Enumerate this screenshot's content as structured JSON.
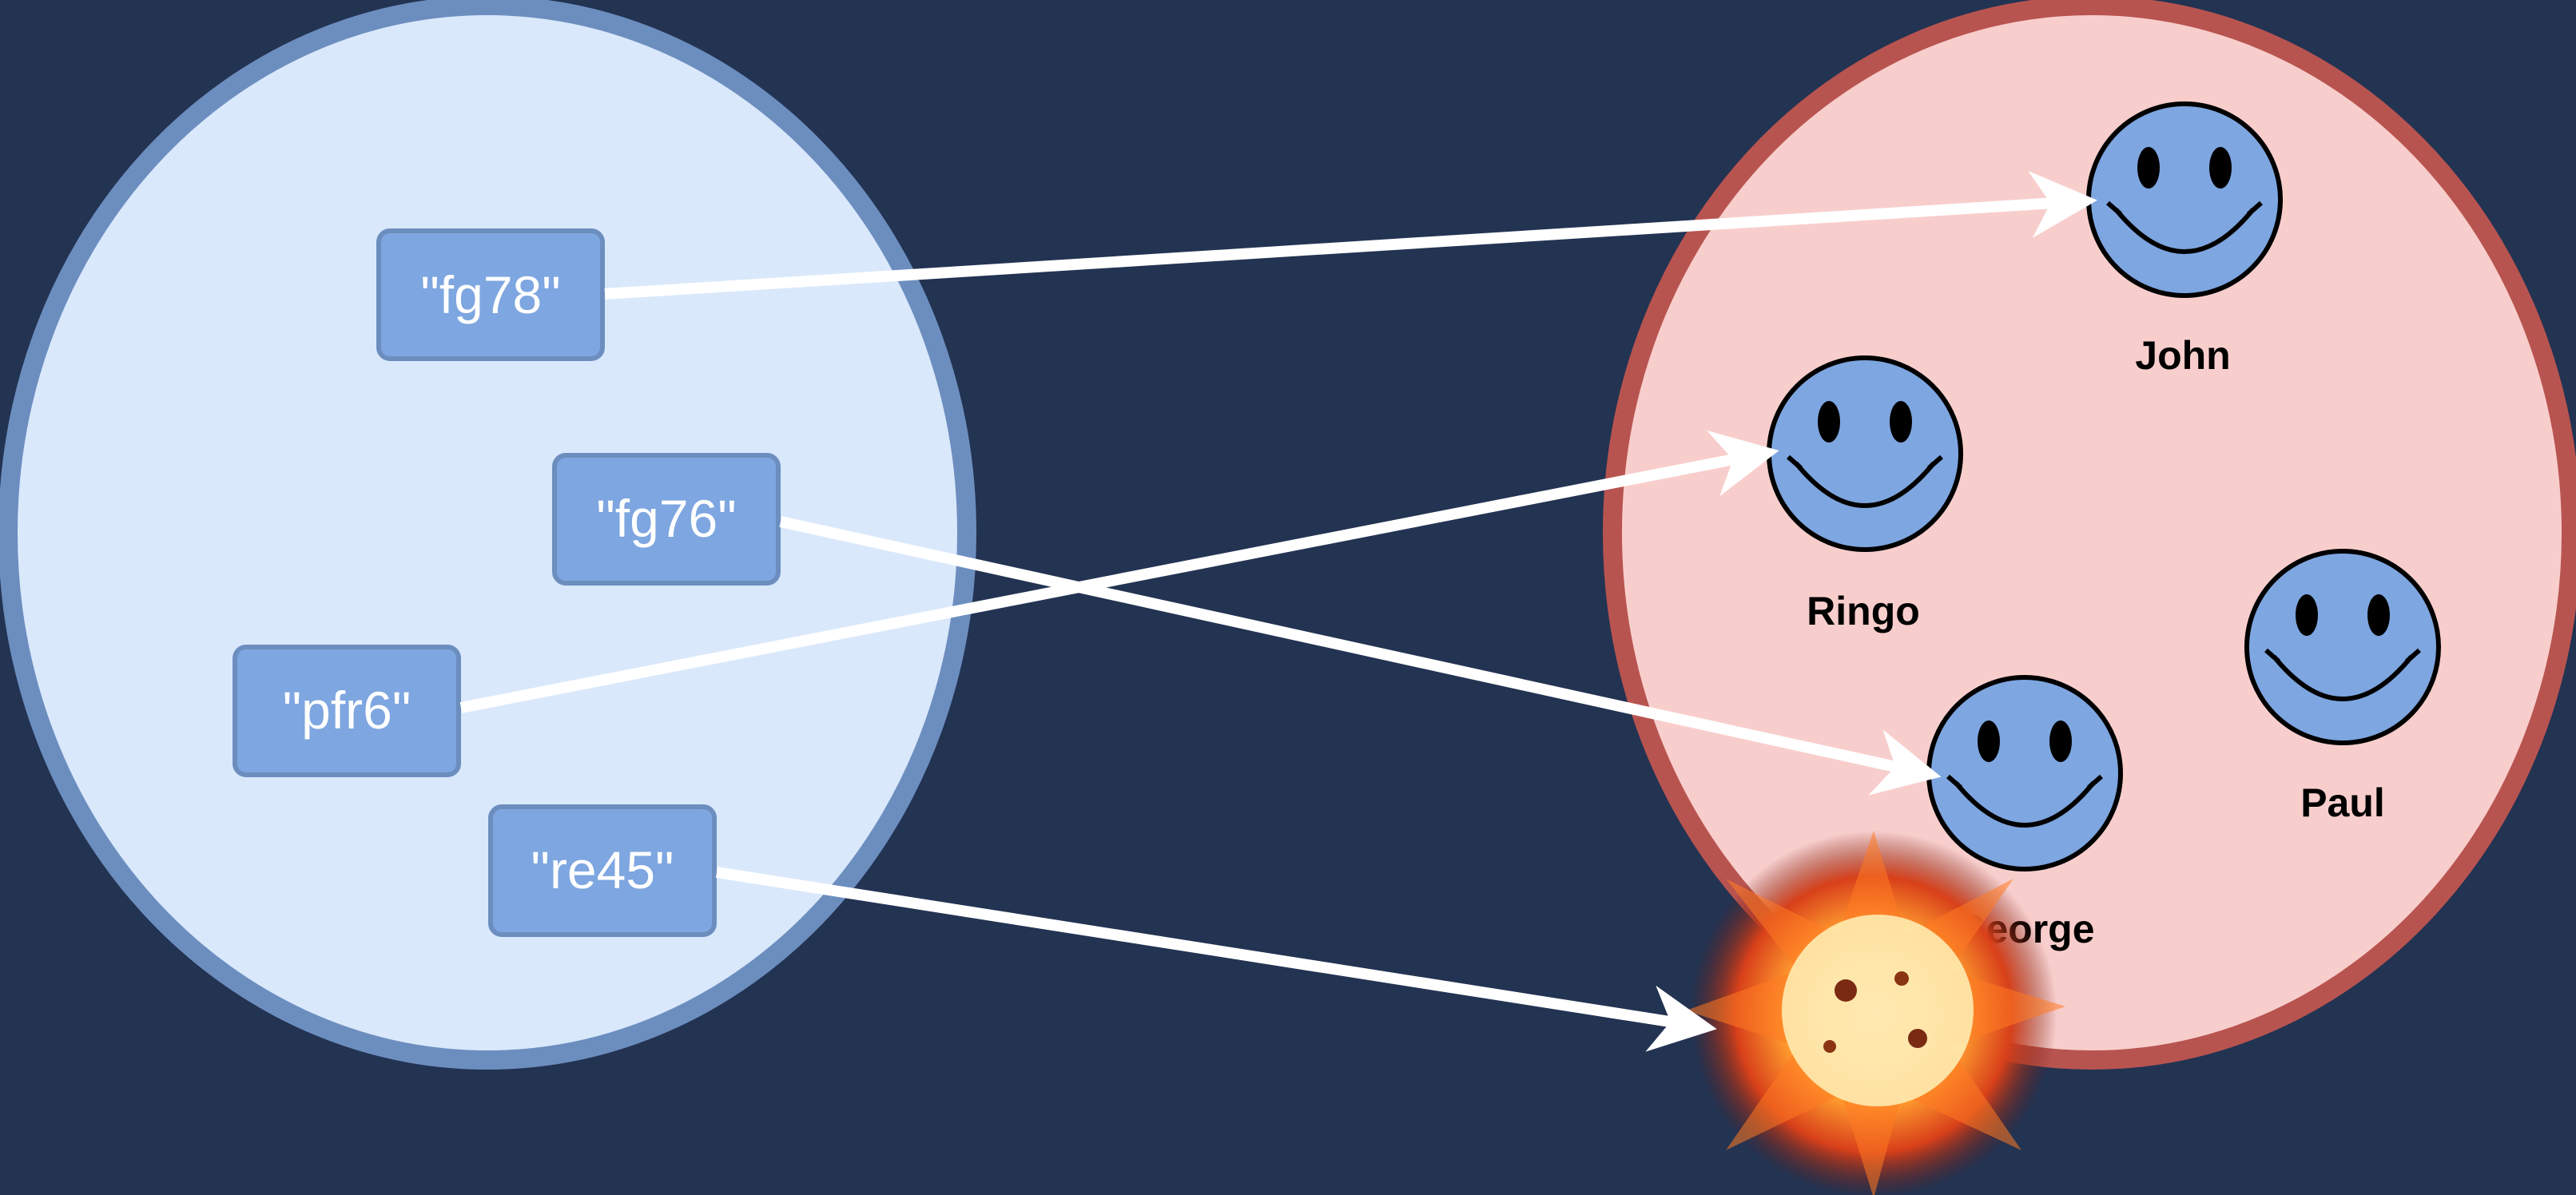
{
  "colors": {
    "background": "#233352",
    "left_set_fill": "#dae8fc",
    "left_set_stroke": "#6c8ebf",
    "right_set_fill": "#f8cecc",
    "right_set_stroke": "#b85450",
    "key_fill": "#7ea6e0",
    "key_stroke": "#6c8ebf",
    "face_fill": "#7ea6e0",
    "arrow": "#ffffff"
  },
  "keys": [
    {
      "label": "\"fg78\""
    },
    {
      "label": "\"fg76\""
    },
    {
      "label": "\"pfr6\""
    },
    {
      "label": "\"re45\""
    }
  ],
  "people": [
    {
      "name": "John"
    },
    {
      "name": "Ringo"
    },
    {
      "name": "Paul"
    },
    {
      "name": "George"
    }
  ],
  "edges": [
    {
      "from": "\"fg78\"",
      "to": "John"
    },
    {
      "from": "\"fg76\"",
      "to": "George"
    },
    {
      "from": "\"pfr6\"",
      "to": "Ringo"
    },
    {
      "from": "\"re45\"",
      "to": "explosion"
    }
  ]
}
